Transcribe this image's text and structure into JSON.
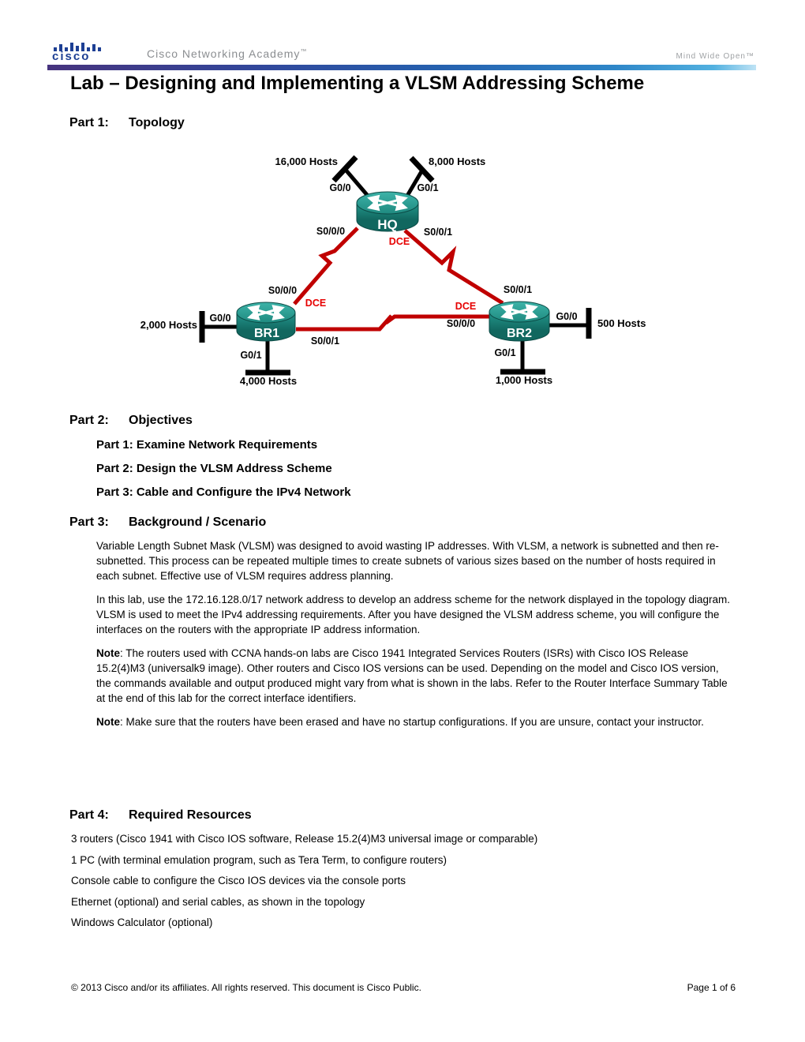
{
  "header": {
    "logo_word": "cisco",
    "brand": "Cisco Networking Academy",
    "brand_tm": "™",
    "tagline": "Mind Wide Open™"
  },
  "title": "Lab – Designing and Implementing a VLSM Addressing Scheme",
  "part1": {
    "label": "Part 1:",
    "title": "Topology"
  },
  "part2": {
    "label": "Part 2:",
    "title": "Objectives",
    "objectives": [
      "Part 1: Examine Network Requirements",
      "Part 2: Design the VLSM Address Scheme",
      "Part 3: Cable and Configure the IPv4 Network"
    ]
  },
  "part3": {
    "label": "Part 3:",
    "title": "Background / Scenario",
    "paragraphs": [
      "Variable Length Subnet Mask (VLSM) was designed to avoid wasting IP addresses. With VLSM, a network is subnetted and then re-subnetted. This process can be repeated multiple times to create subnets of various sizes based on the number of hosts required in each subnet. Effective use of VLSM requires address planning.",
      "In this lab, use the 172.16.128.0/17 network address to develop an address scheme for the network displayed in the topology diagram. VLSM is used to meet the IPv4 addressing requirements. After you have designed the VLSM address scheme, you will configure the interfaces on the routers with the appropriate IP address information."
    ],
    "notes": [
      {
        "bold": "Note",
        "rest": ": The routers used with CCNA hands-on labs are Cisco 1941 Integrated Services Routers (ISRs) with Cisco IOS Release 15.2(4)M3 (universalk9 image). Other routers and Cisco IOS versions can be used. Depending on the model and Cisco IOS version, the commands available and output produced might vary from what is shown in the labs. Refer to the Router Interface Summary Table at the end of this lab for the correct interface identifiers."
      },
      {
        "bold": "Note",
        "rest": ": Make sure that the routers have been erased and have no startup configurations. If you are unsure, contact your instructor."
      }
    ]
  },
  "part4": {
    "label": "Part 4:",
    "title": "Required Resources",
    "resources": [
      "3 routers (Cisco 1941 with Cisco IOS software, Release 15.2(4)M3 universal image or comparable)",
      "1 PC (with terminal emulation program, such as Tera Term, to configure routers)",
      "Console cable to configure the Cisco IOS devices via the console ports",
      "Ethernet (optional) and serial cables, as shown in the topology",
      "Windows Calculator (optional)"
    ]
  },
  "topology": {
    "routers": {
      "hq": "HQ",
      "br1": "BR1",
      "br2": "BR2"
    },
    "hq": {
      "lan_left": "16,000 Hosts",
      "lan_right": "8,000 Hosts",
      "g00": "G0/0",
      "g01": "G0/1",
      "s000": "S0/0/0",
      "s001": "S0/0/1",
      "dce": "DCE"
    },
    "br1": {
      "lan_left": "2,000 Hosts",
      "lan_bottom": "4,000 Hosts",
      "g00": "G0/0",
      "g01": "G0/1",
      "s000": "S0/0/0",
      "s001": "S0/0/1",
      "dce": "DCE"
    },
    "br2": {
      "lan_right": "500 Hosts",
      "lan_bottom": "1,000 Hosts",
      "g00": "G0/0",
      "g01": "G0/1",
      "s000": "S0/0/0",
      "s001": "S0/0/1",
      "dce": "DCE"
    },
    "colors": {
      "serial_red": "#c00000",
      "dce_red": "#e60000",
      "router_teal": "#1f8077",
      "router_teal_light": "#3db3a8"
    }
  },
  "footer": {
    "copyright": "© 2013 Cisco and/or its affiliates. All rights reserved. This document is Cisco Public.",
    "page": "Page 1 of 6"
  }
}
